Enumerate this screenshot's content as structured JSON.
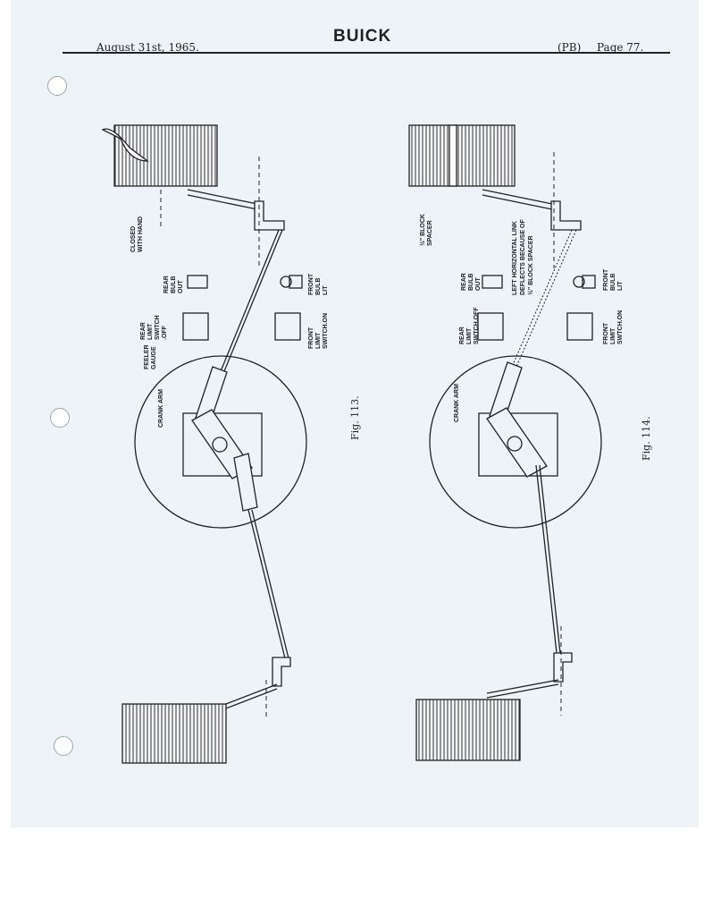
{
  "header": {
    "date": "August 31st, 1965.",
    "brand": "BUICK",
    "code": "(PB)",
    "page": "Page 77."
  },
  "fig113": {
    "caption": "Fig. 113.",
    "closed": [
      "CLOSED",
      "WITH HAND"
    ],
    "rear_bulb": [
      "REAR",
      "BULB",
      "OUT"
    ],
    "front_bulb": [
      "FRONT",
      "BULB",
      "LIT"
    ],
    "rear_switch": [
      "REAR",
      "LIMIT",
      "SWITCH",
      ".OFF"
    ],
    "front_switch": [
      "FRONT",
      "LIMIT",
      "SWITCH.ON"
    ],
    "feeler": [
      "FEELER",
      "GAUGE"
    ],
    "crank": "CRANK ARM"
  },
  "fig114": {
    "caption": "Fig. 114.",
    "spacer": [
      "½\" BLOCK",
      "SPACER"
    ],
    "deflect": [
      "LEFT HORIZONTAL LINK",
      "DEFLECTS BECAUSE OF",
      "½\" BLOCK SPACER"
    ],
    "rear_bulb": [
      "REAR",
      "BULB",
      "OUT"
    ],
    "front_bulb": [
      "FRONT",
      "BULB",
      "LIT"
    ],
    "rear_switch": [
      "REAR",
      "LIMIT",
      "SWTCH.OFF"
    ],
    "front_switch": [
      "FRONT",
      "LIMIT",
      "SWTCH.ON"
    ],
    "crank": "CRANK ARM"
  }
}
